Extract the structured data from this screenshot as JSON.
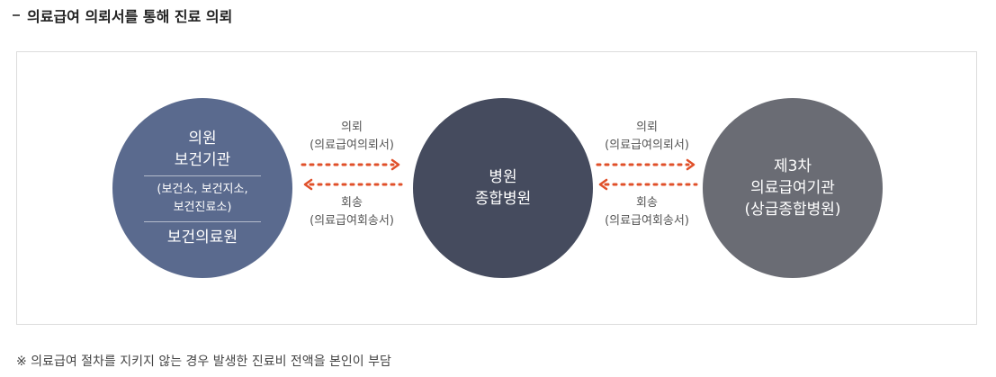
{
  "header": {
    "title": "의료급여 의뢰서를 통해 진료 의뢰"
  },
  "diagram": {
    "clinic": {
      "line1": "의원",
      "line2": "보건기관",
      "sub1": "(보건소, 보건지소,",
      "sub2": "보건진료소)",
      "line3": "보건의료원"
    },
    "hospital": {
      "line1": "병원",
      "line2": "종합병원"
    },
    "tertiary": {
      "line1": "제3차",
      "line2": "의료급여기관",
      "line3": "(상급종합병원)"
    },
    "flow_left": {
      "referral_label": "의뢰",
      "referral_doc": "(의료급여의뢰서)",
      "return_label": "회송",
      "return_doc": "(의료급여회송서)"
    },
    "flow_right": {
      "referral_label": "의뢰",
      "referral_doc": "(의료급여의뢰서)",
      "return_label": "회송",
      "return_doc": "(의료급여회송서)"
    },
    "colors": {
      "clinic": "#5a6a8e",
      "hospital": "#454b5e",
      "tertiary": "#6a6c74",
      "arrow": "#e0502a"
    }
  },
  "footnote": {
    "text": "※ 의료급여 절차를 지키지 않는 경우 발생한 진료비 전액을 본인이 부담"
  }
}
